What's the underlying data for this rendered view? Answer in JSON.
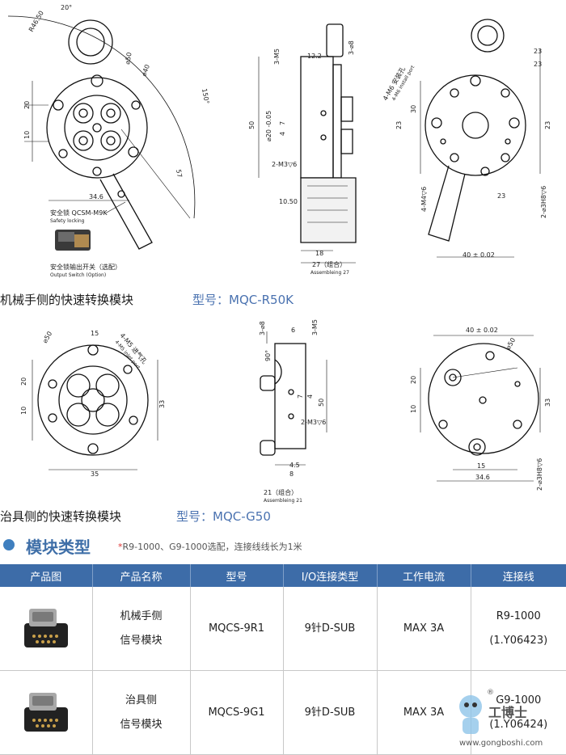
{
  "section1": {
    "caption": "机械手侧的快速转换模块",
    "model": "型号：MQC-R50K",
    "front_dims": [
      "20°",
      "R46.50",
      "⌀50",
      "⌀40",
      "150°",
      "20",
      "10",
      "57",
      "34.6"
    ],
    "safety_lock": {
      "cn": "安全锁 QCSM-M9K",
      "en": "Safety locking"
    },
    "output_switch": {
      "cn": "安全锁输出开关（选配）",
      "en": "Output Switch (Option)"
    },
    "side_dims": [
      "3-M5",
      "3-⌀8",
      "12.2",
      "50",
      "⌀20 -0.05",
      "7",
      "4",
      "2-M3▽6",
      "10.50",
      "18",
      "27（组合）",
      "Assembleing 27"
    ],
    "rear_dims": [
      "4-M6 安装孔",
      "4-M6 install port",
      "23",
      "23",
      "23",
      "23",
      "30",
      "4-M4▽6",
      "23",
      "2-⌀3H8▽6",
      "40 ± 0.02"
    ]
  },
  "section2": {
    "caption": "治具侧的快速转换模块",
    "model": "型号：MQC-G50",
    "front_dims": [
      "⌀50",
      "15",
      "4-M5 进气孔",
      "4-M5 inlet port",
      "20",
      "10",
      "33",
      "35"
    ],
    "side_dims": [
      "3-⌀8",
      "6",
      "3-M5",
      "90°",
      "7",
      "4",
      "50",
      "2-M3▽6",
      "4.5",
      "8",
      "21（组合）",
      "Assembleing 21"
    ],
    "rear_dims": [
      "40 ± 0.02",
      "⌀50",
      "20",
      "10",
      "33",
      "15",
      "34.6",
      "2-⌀3H8▽6"
    ]
  },
  "types": {
    "title": "模块类型",
    "note_star": "*",
    "note": "R9-1000、G9-1000选配，连接线线长为1米"
  },
  "table": {
    "headers": [
      "产品图",
      "产品名称",
      "型号",
      "I/O连接类型",
      "工作电流",
      "连接线"
    ],
    "rows": [
      {
        "name1": "机械手侧",
        "name2": "信号模块",
        "model": "MQCS-9R1",
        "io": "9针D-SUB",
        "current": "MAX 3A",
        "cable1": "R9-1000",
        "cable2": "(1.Y06423)"
      },
      {
        "name1": "治具侧",
        "name2": "信号模块",
        "model": "MQCS-9G1",
        "io": "9针D-SUB",
        "current": "MAX 3A",
        "cable1": "G9-1000",
        "cable2": "(1.Y06424)"
      }
    ]
  },
  "watermark": {
    "text": "工博士",
    "reg": "®",
    "url": "www.gongboshi.com"
  },
  "colors": {
    "header_bg": "#3d6ca8",
    "title_blue": "#3f6fa8",
    "model_blue": "#4a72b0"
  }
}
